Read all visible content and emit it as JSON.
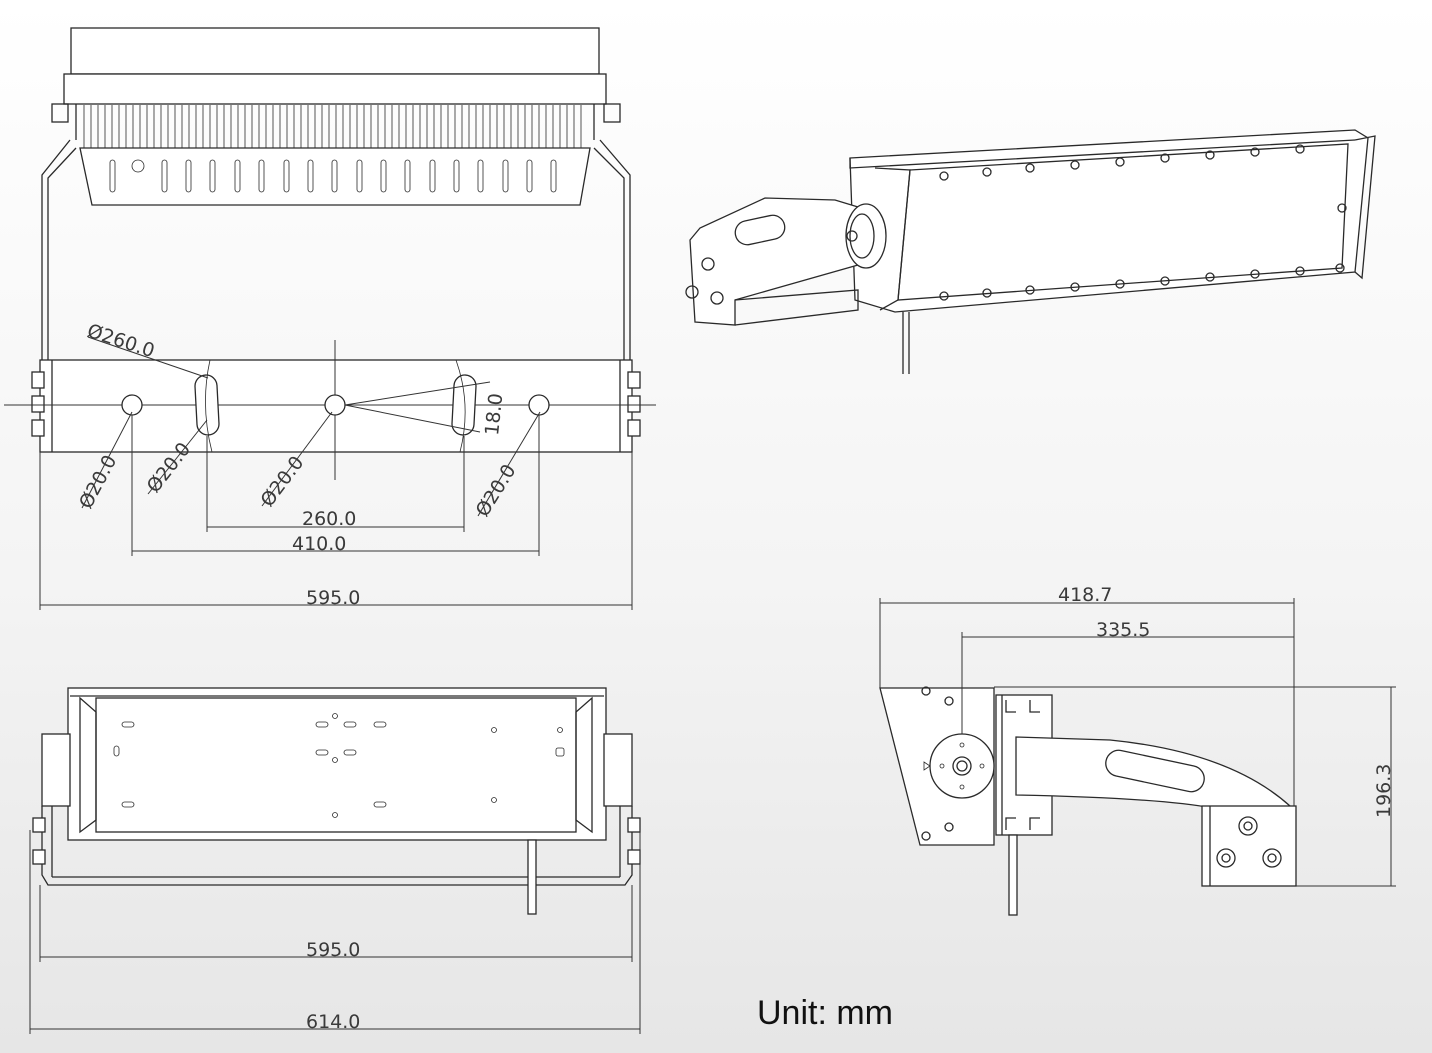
{
  "unit_label": "Unit: mm",
  "front_view": {
    "dia_bracket": "Ø260.0",
    "hole_left": "Ø20.0",
    "slot_left": "Ø20.0",
    "hole_center": "Ø20.0",
    "slot_right": "Ø20.0",
    "slot_height": "18.0",
    "slot_spacing": "260.0",
    "hole_spacing": "410.0",
    "overall_width": "595.0"
  },
  "top_view": {
    "bracket_width": "595.0",
    "overall_width": "614.0"
  },
  "side_view": {
    "overall_depth": "418.7",
    "pivot_to_back": "335.5",
    "overall_height": "196.3"
  }
}
